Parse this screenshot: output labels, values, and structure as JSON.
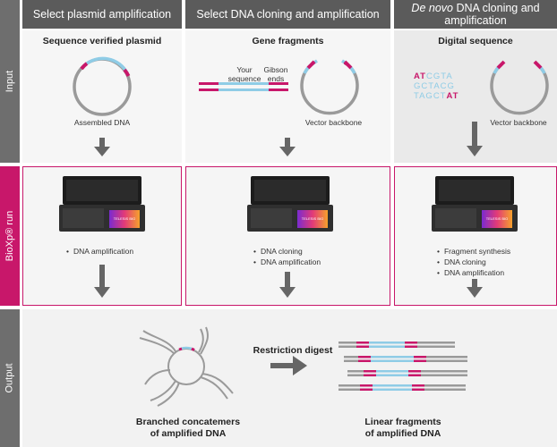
{
  "headers": {
    "col1": "Select plasmid amplification",
    "col2": "Select DNA cloning and amplification",
    "col3_italic": "De novo",
    "col3_rest": " DNA cloning and amplification"
  },
  "row_labels": {
    "input": "Input",
    "bioxp": "BioXp® run",
    "output": "Output"
  },
  "input": {
    "col1": {
      "title": "Sequence verified plasmid",
      "caption": "Assembled DNA"
    },
    "col2": {
      "title": "Gene fragments",
      "your_sequence": "Your sequence",
      "gibson_ends": "Gibson ends",
      "caption": "Vector backbone"
    },
    "col3": {
      "title": "Digital sequence",
      "seq_line1_pink": "AT",
      "seq_line1_rest": "CGTA",
      "seq_line2": "GCTACG",
      "seq_line3_rest": "TAGCT",
      "seq_line3_pink": "AT",
      "caption": "Vector backbone"
    }
  },
  "bioxp": {
    "col1": [
      "DNA amplification"
    ],
    "col2": [
      "DNA cloning",
      "DNA amplification"
    ],
    "col3": [
      "Fragment synthesis",
      "DNA cloning",
      "DNA amplification"
    ],
    "screen_text": "TELESIS BIO"
  },
  "output": {
    "step": "Restriction digest",
    "left_caption_l1": "Branched concatemers",
    "left_caption_l2": "of amplified DNA",
    "right_caption_l1": "Linear fragments",
    "right_caption_l2": "of amplified DNA"
  },
  "colors": {
    "magenta": "#c8176a",
    "light_blue": "#8fcce6",
    "gray": "#9a9a9a",
    "header": "#5b5b5b"
  }
}
